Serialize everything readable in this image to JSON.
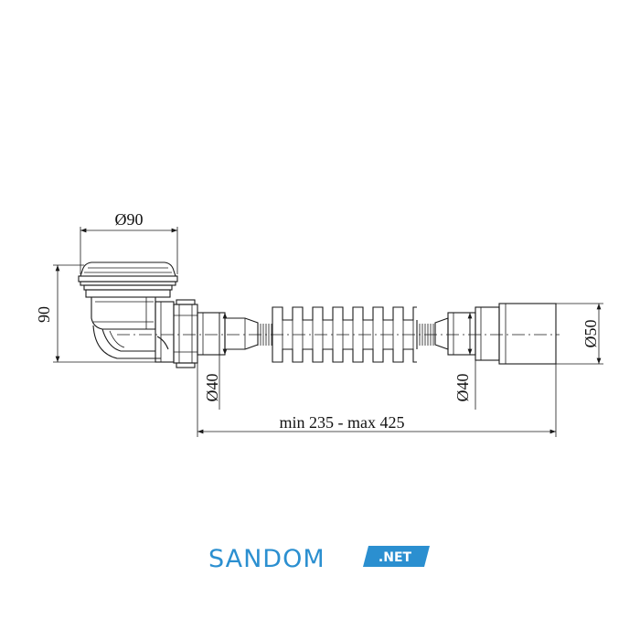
{
  "drawing": {
    "dim_top_diameter": "Ø90",
    "dim_height": "90",
    "dim_left_outlet": "Ø40",
    "dim_right_outlet": "Ø40",
    "dim_end_diameter": "Ø50",
    "dim_length": "min 235 - max 425"
  },
  "logo": {
    "name": "SANDOM",
    "suffix": ".NET",
    "color_main": "#2b8fd0",
    "color_badge": "#2b8fd0",
    "color_badge_text": "#ffffff"
  }
}
